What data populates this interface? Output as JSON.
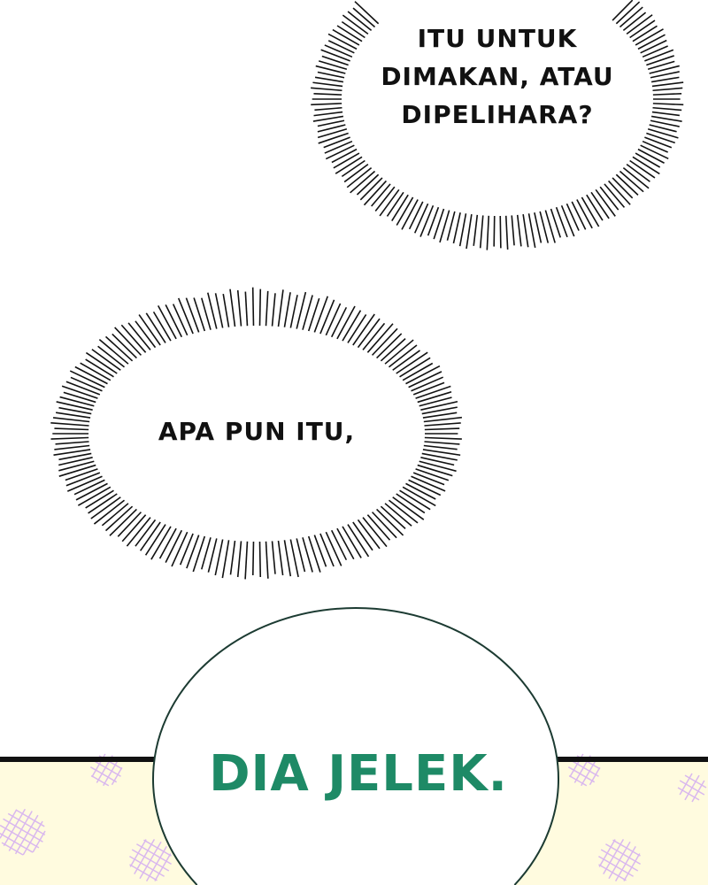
{
  "bubbles": [
    {
      "lines": [
        "ITU UNTUK",
        "DIMAKAN, ATAU",
        "DIPELIHARA?"
      ]
    },
    {
      "lines": [
        "APA PUN ITU,"
      ]
    },
    {
      "lines": [
        "DIA JELEK."
      ]
    }
  ],
  "colors": {
    "ink": "#111111",
    "green": "#1e8a66",
    "panel_bg": "#fffbdf",
    "pattern": "#d9b8ee",
    "bubble_outline": "#1c3b32"
  }
}
